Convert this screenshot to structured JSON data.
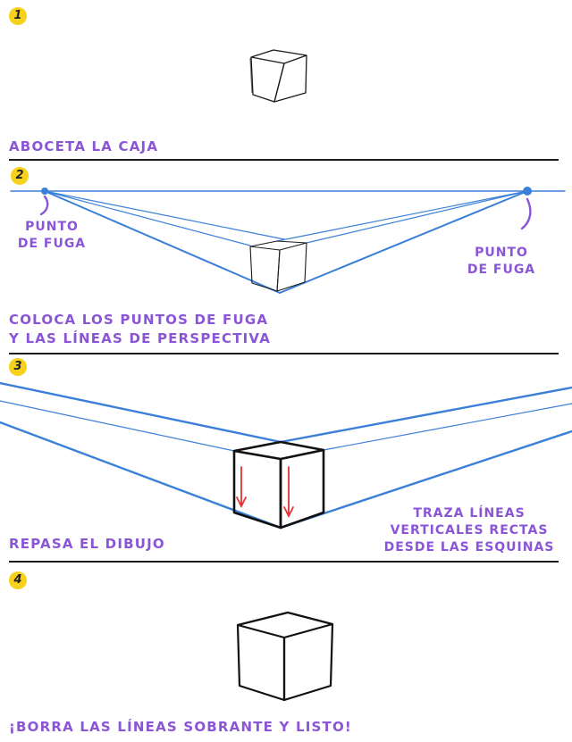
{
  "steps": [
    {
      "number": "1",
      "caption": [
        "ABOCETA LA CAJA"
      ]
    },
    {
      "number": "2",
      "caption": [
        "COLOCA LOS PUNTOS DE FUGA",
        "Y LAS LÍNEAS DE PERSPECTIVA"
      ],
      "vp_left_label": [
        "PUNTO",
        "DE FUGA"
      ],
      "vp_right_label": [
        "PUNTO",
        "DE FUGA"
      ]
    },
    {
      "number": "3",
      "caption": [
        "REPASA EL DIBUJO"
      ],
      "note": [
        "TRAZA LÍNEAS",
        "VERTICALES RECTAS",
        "DESDE LAS ESQUINAS"
      ]
    },
    {
      "number": "4",
      "caption": [
        "¡BORRA LAS LÍNEAS SOBRANTE Y LISTO!"
      ]
    }
  ],
  "colors": {
    "accent": "#8a55d6",
    "perspective": "#3a7fd8",
    "arrow": "#e53232",
    "badge": "#f6d21c",
    "ink": "#1a1a1a"
  }
}
